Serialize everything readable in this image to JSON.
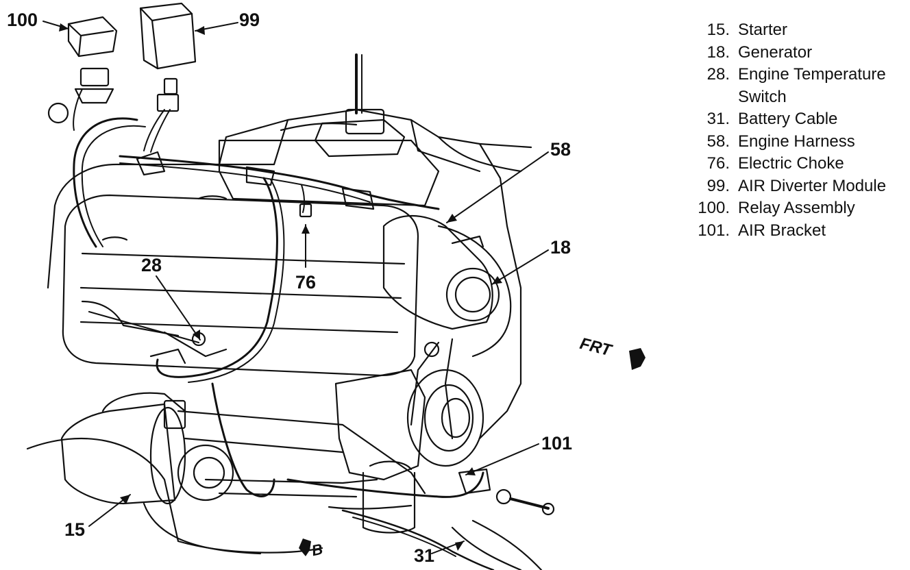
{
  "callouts": {
    "c100": "100",
    "c99": "99",
    "c58": "58",
    "c18": "18",
    "c28": "28",
    "c76": "76",
    "c101": "101",
    "c15": "15",
    "c31": "31"
  },
  "direction": {
    "front_label": "FRT",
    "b_label": "B"
  },
  "legend": [
    {
      "num": "15.",
      "label": "Starter"
    },
    {
      "num": "18.",
      "label": "Generator"
    },
    {
      "num": "28.",
      "label": "Engine Temperature Switch"
    },
    {
      "num": "31.",
      "label": "Battery Cable"
    },
    {
      "num": "58.",
      "label": "Engine Harness"
    },
    {
      "num": "76.",
      "label": "Electric Choke"
    },
    {
      "num": "99.",
      "label": "AIR Diverter Module"
    },
    {
      "num": "100.",
      "label": "Relay Assembly"
    },
    {
      "num": "101.",
      "label": "AIR Bracket"
    }
  ],
  "colors": {
    "ink": "#111111",
    "paper": "#ffffff"
  }
}
